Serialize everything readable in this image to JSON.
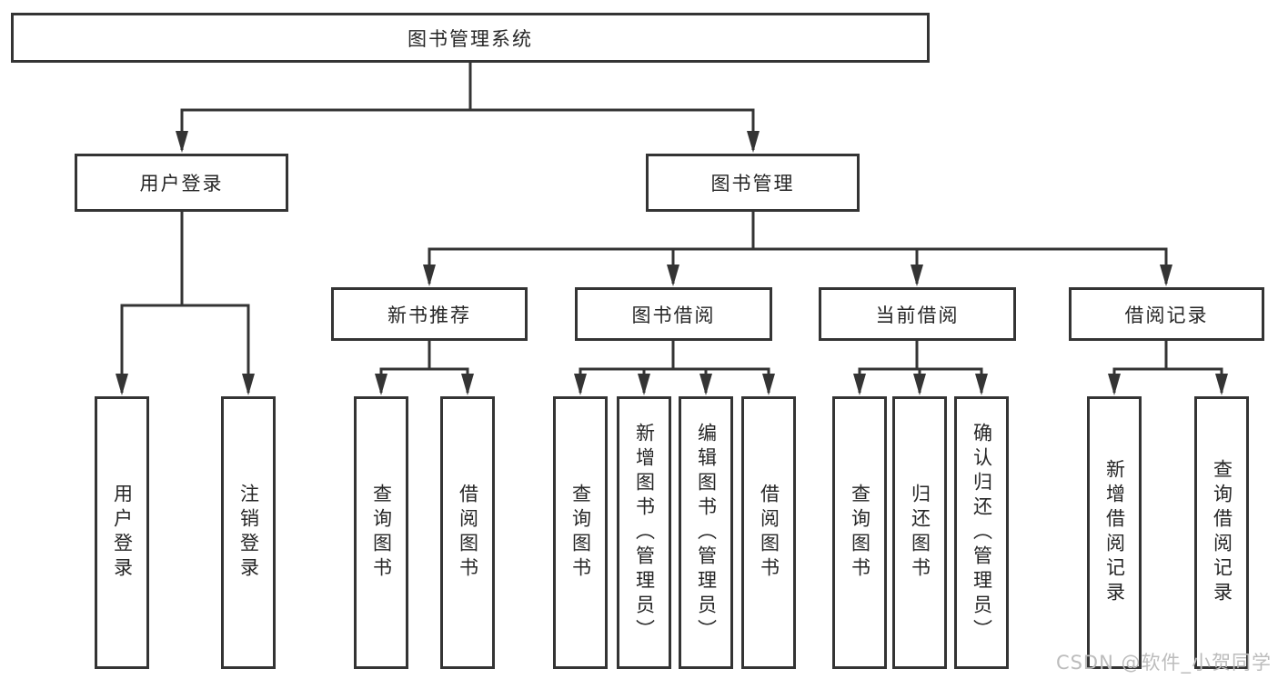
{
  "diagram": {
    "type": "hierarchy-tree",
    "root": {
      "label": "图书管理系统"
    },
    "branches": [
      {
        "label": "用户登录",
        "children": [
          {
            "label": "用户登录"
          },
          {
            "label": "注销登录"
          }
        ]
      },
      {
        "label": "图书管理",
        "children": [
          {
            "label": "新书推荐",
            "children": [
              {
                "label": "查询图书"
              },
              {
                "label": "借阅图书"
              }
            ]
          },
          {
            "label": "图书借阅",
            "children": [
              {
                "label": "查询图书"
              },
              {
                "label": "新增图书（管理员）"
              },
              {
                "label": "编辑图书（管理员）"
              },
              {
                "label": "借阅图书"
              }
            ]
          },
          {
            "label": "当前借阅",
            "children": [
              {
                "label": "查询图书"
              },
              {
                "label": "归还图书"
              },
              {
                "label": "确认归还（管理员）"
              }
            ]
          },
          {
            "label": "借阅记录",
            "children": [
              {
                "label": "新增借阅记录"
              },
              {
                "label": "查询借阅记录"
              }
            ]
          }
        ]
      }
    ]
  },
  "watermark": {
    "text": "CSDN @软件_小贺同学"
  },
  "colors": {
    "line": "#343434",
    "box_border": "#343434",
    "text": "#262626",
    "watermark": "#bcbcbc",
    "background": "#ffffff"
  }
}
